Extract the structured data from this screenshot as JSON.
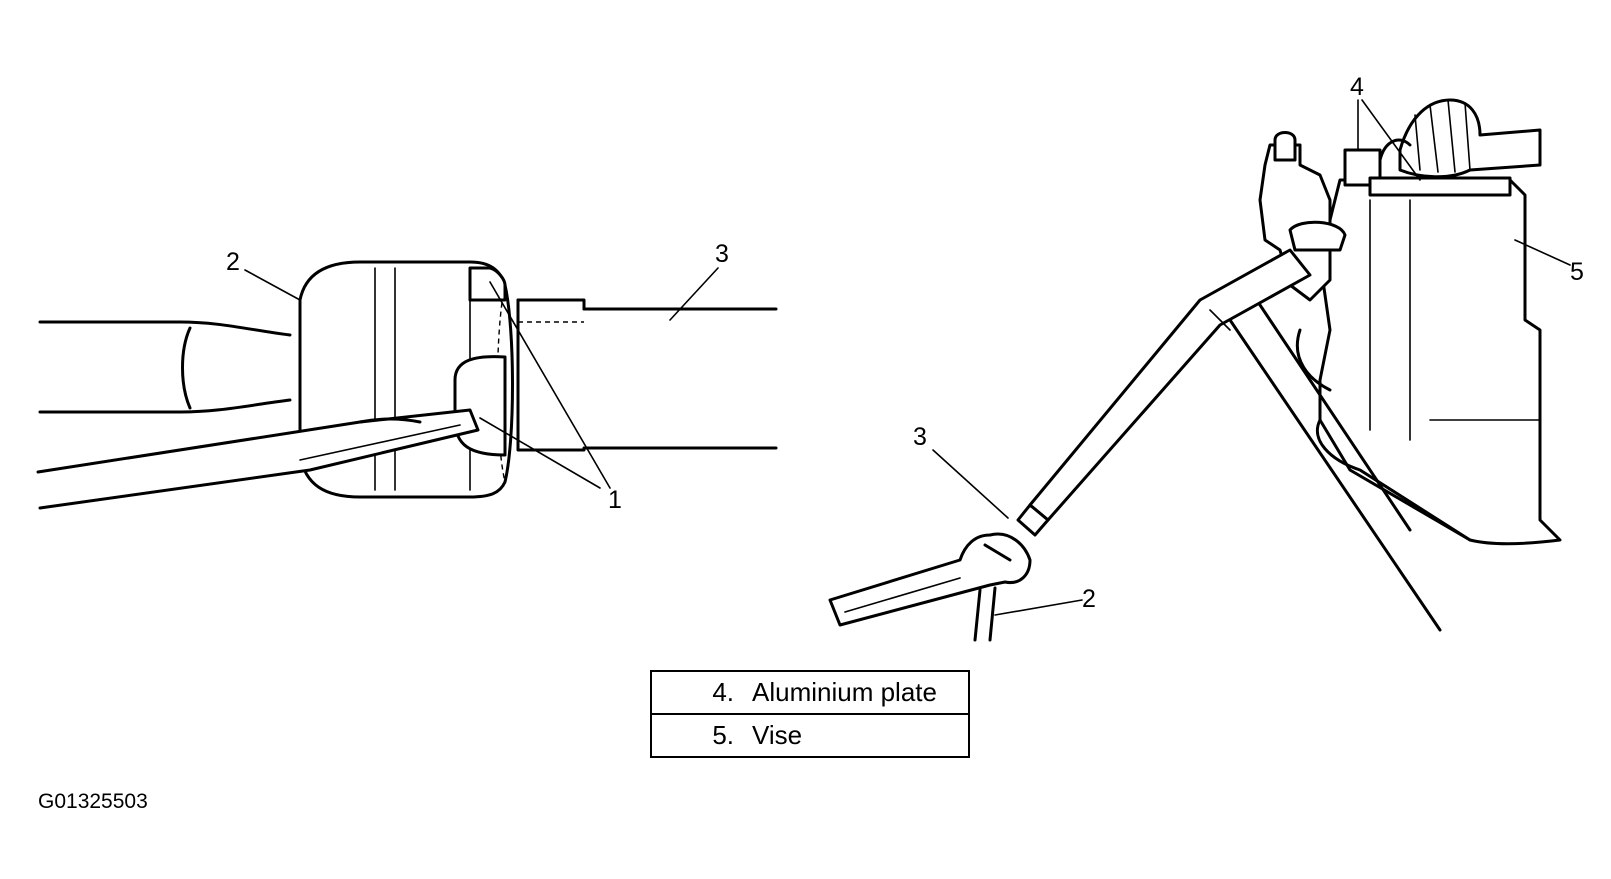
{
  "figure_id": "G01325503",
  "left_view": {
    "callouts": {
      "c1": "1",
      "c2": "2",
      "c3": "3"
    }
  },
  "right_view": {
    "callouts": {
      "c2": "2",
      "c3": "3",
      "c4": "4",
      "c5": "5"
    }
  },
  "legend": [
    {
      "number": "4.",
      "text": "Aluminium plate"
    },
    {
      "number": "5.",
      "text": "Vise"
    }
  ]
}
